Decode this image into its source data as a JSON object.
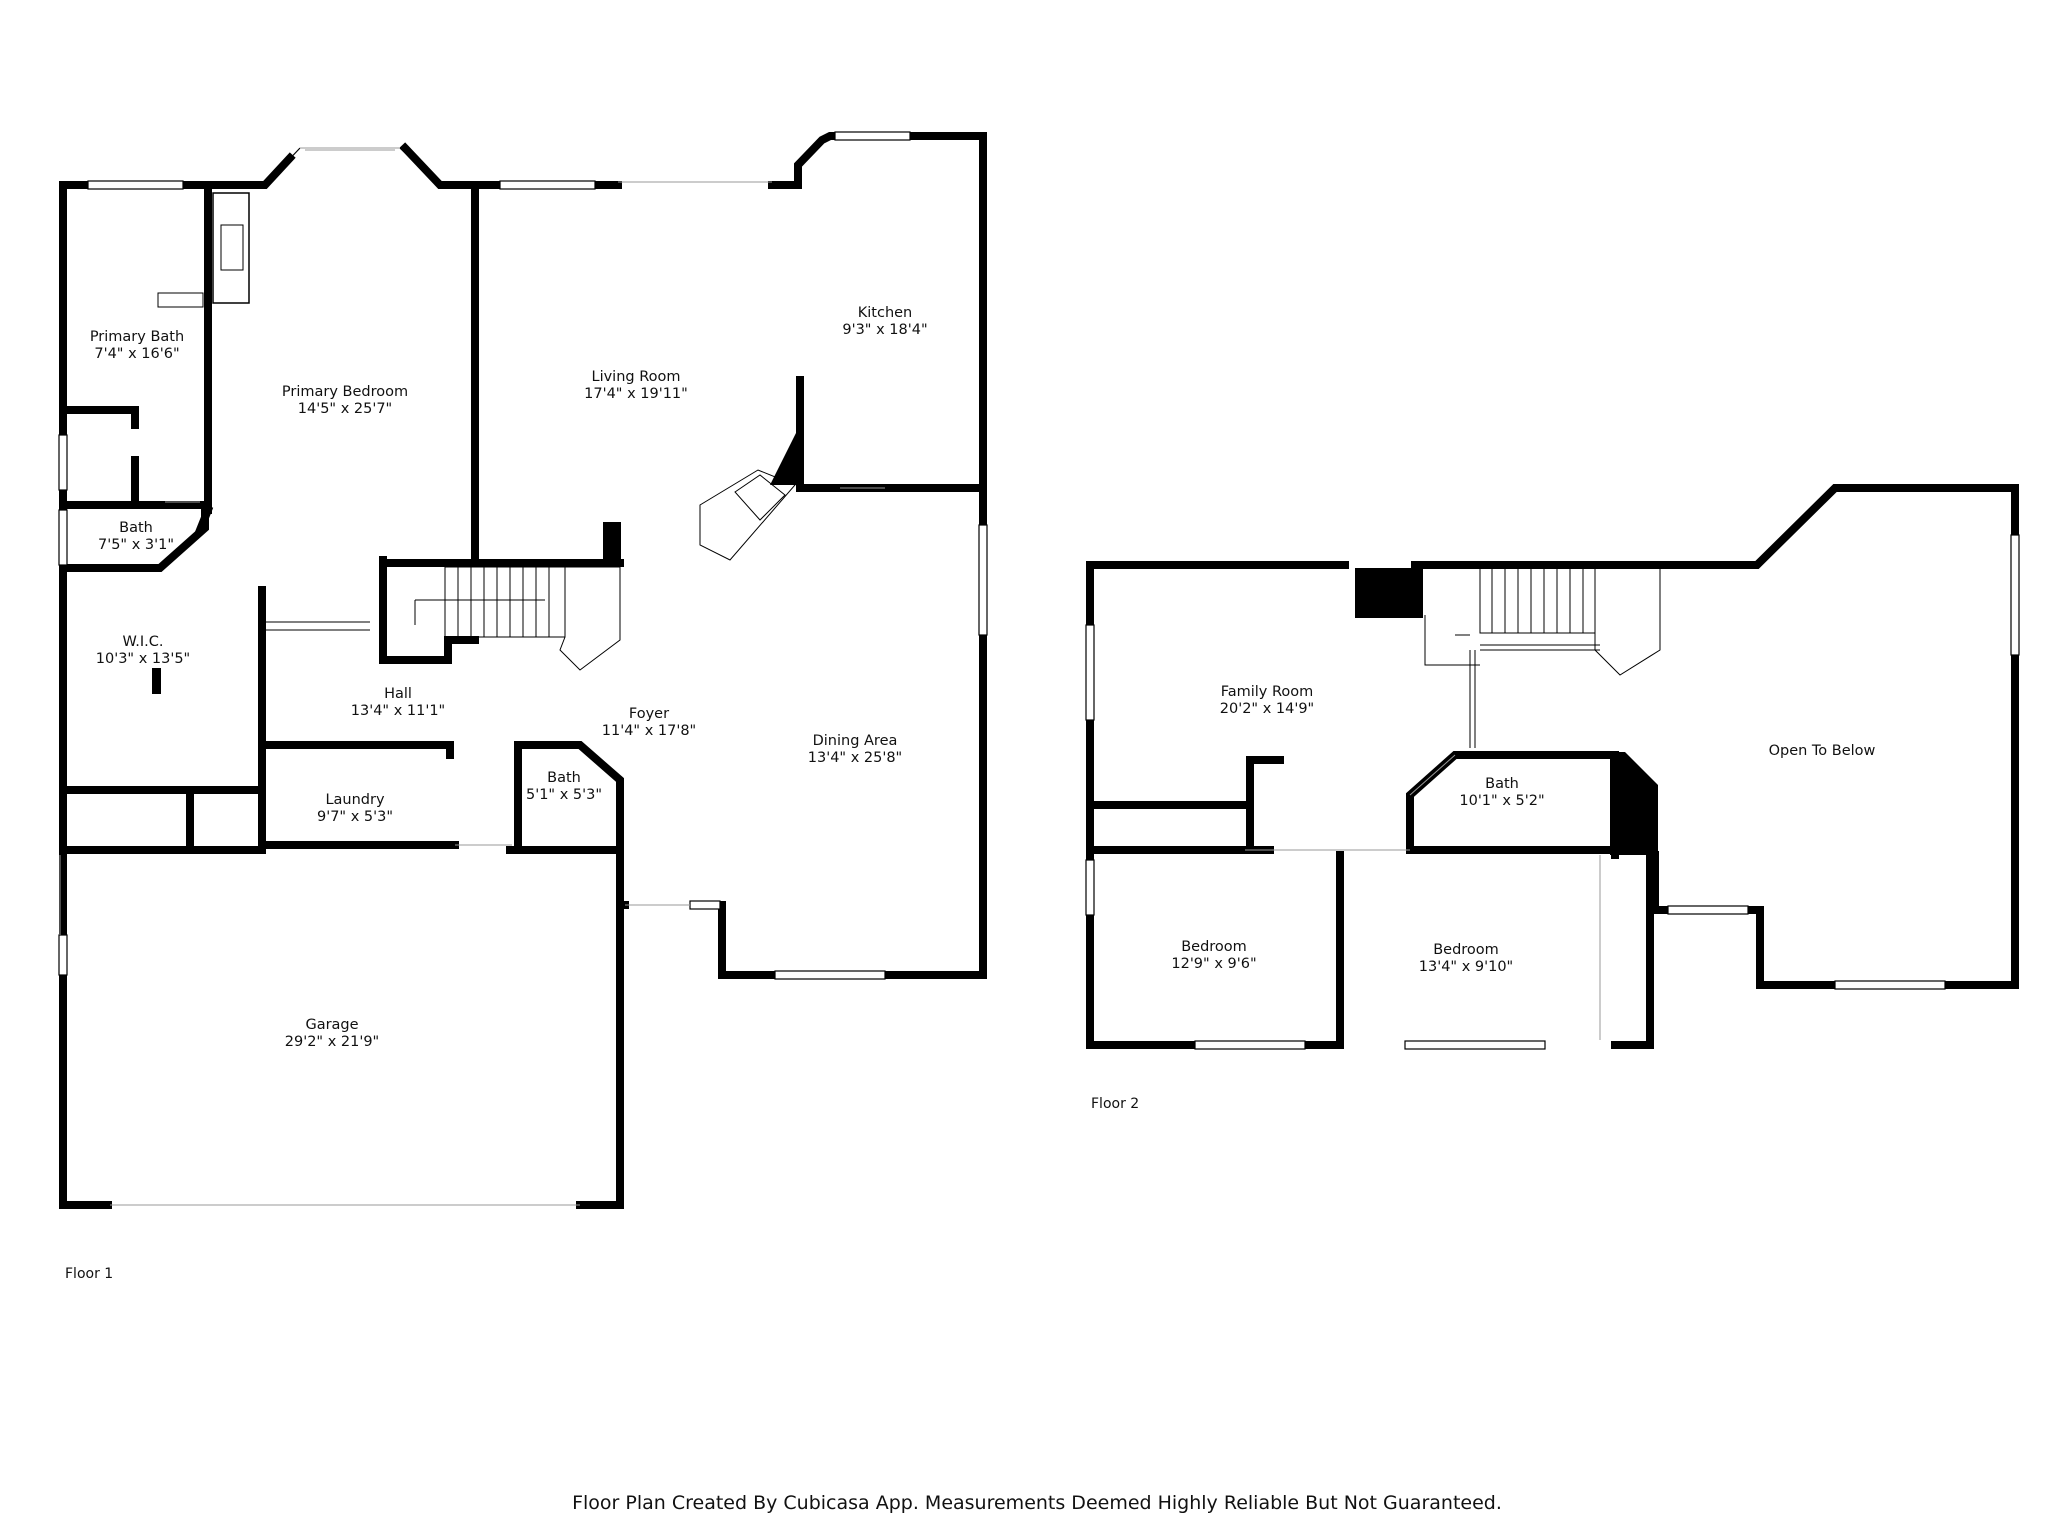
{
  "floors": [
    {
      "label": "Floor 1",
      "rooms": [
        {
          "id": "primary-bath",
          "name": "Primary Bath",
          "dims": "7'4\" x 16'6\""
        },
        {
          "id": "primary-bedroom",
          "name": "Primary Bedroom",
          "dims": "14'5\" x 25'7\""
        },
        {
          "id": "living-room",
          "name": "Living Room",
          "dims": "17'4\" x 19'11\""
        },
        {
          "id": "kitchen",
          "name": "Kitchen",
          "dims": "9'3\" x 18'4\""
        },
        {
          "id": "bath-1",
          "name": "Bath",
          "dims": "7'5\" x 3'1\""
        },
        {
          "id": "wic",
          "name": "W.I.C.",
          "dims": "10'3\" x 13'5\""
        },
        {
          "id": "hall",
          "name": "Hall",
          "dims": "13'4\" x 11'1\""
        },
        {
          "id": "foyer",
          "name": "Foyer",
          "dims": "11'4\" x 17'8\""
        },
        {
          "id": "dining-area",
          "name": "Dining Area",
          "dims": "13'4\" x 25'8\""
        },
        {
          "id": "laundry",
          "name": "Laundry",
          "dims": "9'7\" x 5'3\""
        },
        {
          "id": "bath-2",
          "name": "Bath",
          "dims": "5'1\" x 5'3\""
        },
        {
          "id": "garage",
          "name": "Garage",
          "dims": "29'2\" x 21'9\""
        }
      ]
    },
    {
      "label": "Floor 2",
      "rooms": [
        {
          "id": "family-room",
          "name": "Family Room",
          "dims": "20'2\" x 14'9\""
        },
        {
          "id": "bath-3",
          "name": "Bath",
          "dims": "10'1\" x 5'2\""
        },
        {
          "id": "open-to-below",
          "name": "Open To Below",
          "dims": ""
        },
        {
          "id": "bedroom-1",
          "name": "Bedroom",
          "dims": "12'9\" x 9'6\""
        },
        {
          "id": "bedroom-2",
          "name": "Bedroom",
          "dims": "13'4\" x 9'10\""
        }
      ]
    }
  ],
  "footer": {
    "disclaimer": "Floor Plan Created By Cubicasa App. Measurements Deemed Highly Reliable But Not Guaranteed."
  }
}
